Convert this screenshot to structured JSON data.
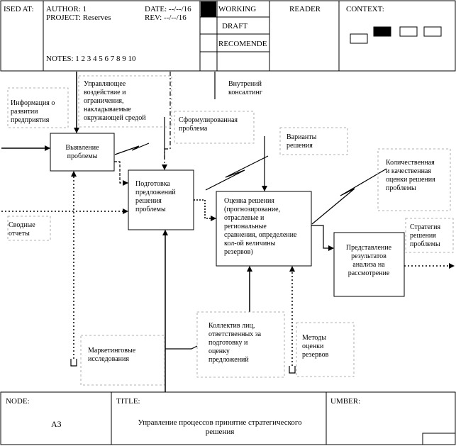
{
  "header": {
    "used_at": "ISED AT:",
    "author_line": "AUTHOR: 1",
    "project_line": "PROJECT: Reserves",
    "date_line": "DATE:  --/--/16",
    "rev_line": "REV:     --/--/16",
    "notes_line": "NOTES: 1 2 3 4 5 6 7 8 9 10",
    "status": [
      "WORKING",
      "DRAFT",
      "RECOMENDE"
    ],
    "reader": "READER",
    "context": "CONTEXT:"
  },
  "boxes": {
    "identify": [
      "Выявление",
      "проблемы"
    ],
    "prepare": [
      "Подготовка",
      "предложений",
      "решения",
      "проблемы"
    ],
    "evaluate": [
      "Оценка решения",
      "(прогнозирование,",
      "отраслевые и",
      "региональные",
      "сравнения, определение",
      "кол-ой величины",
      "резервов)"
    ],
    "present": [
      "Представление",
      "результатов",
      "анализа на",
      "рассмотрение"
    ]
  },
  "labels": {
    "info": [
      "Информация о",
      "развитии",
      "предприятия"
    ],
    "control": [
      "Управляющее",
      "воздействие и",
      "ограничения,",
      "накладываемые",
      "окружающей средой"
    ],
    "consulting": [
      "Внутрений",
      "консалтинг"
    ],
    "formulated": [
      "Сформулированная",
      "проблема"
    ],
    "variants": [
      "Варианты",
      "решения"
    ],
    "quant": [
      "Количественная",
      "и качественная",
      "оценки решения",
      "проблемы"
    ],
    "summary": [
      "Сводные",
      "отчеты"
    ],
    "strategy": [
      "Стратегия",
      "решения",
      "проблемы"
    ],
    "marketing": [
      "Маркетинговые",
      "исследования"
    ],
    "team": [
      "Коллектив лиц,",
      "ответственных за",
      "подготовку и",
      "оценку",
      "предложений"
    ],
    "methods": [
      "Методы",
      "оценки",
      "резервов"
    ]
  },
  "footer": {
    "node_label": "NODE:",
    "node_value": "A3",
    "title_label": "TITLE:",
    "title_lines": [
      "Управление процессов принятие стратегического",
      "решения"
    ],
    "number_label": "UMBER:"
  }
}
